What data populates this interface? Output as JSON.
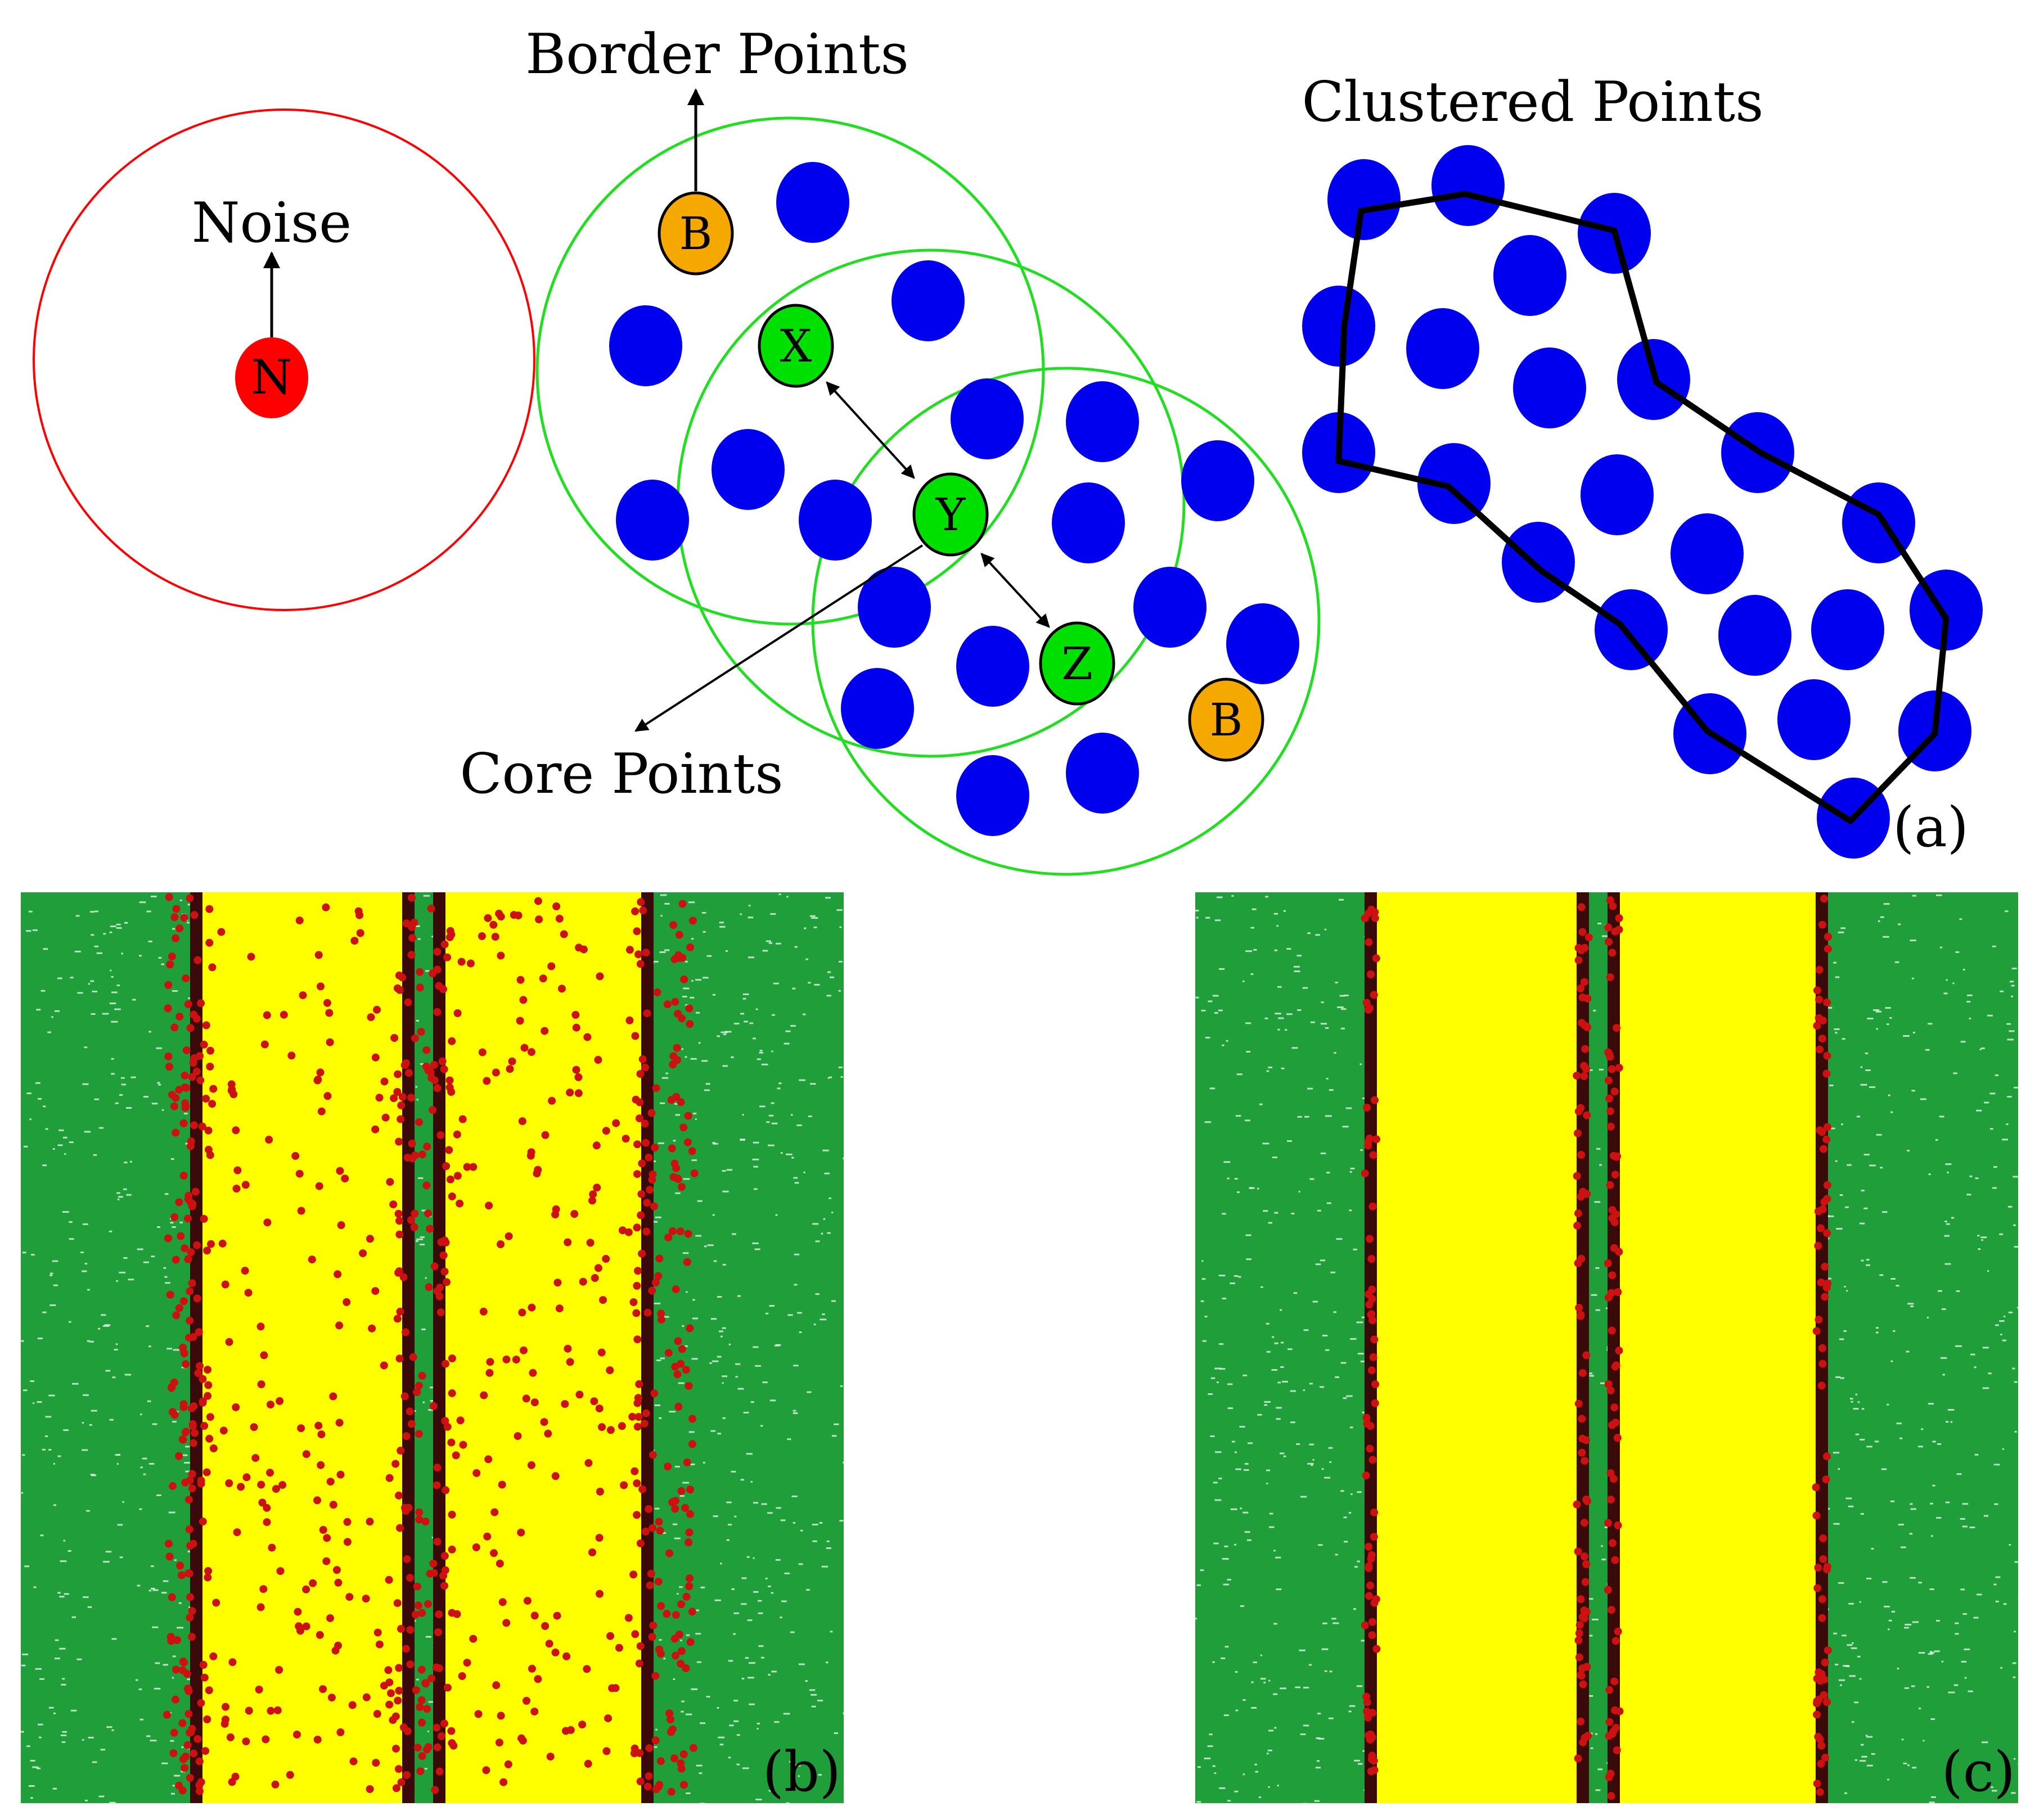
{
  "panel_a": {
    "noise_label": "Noise",
    "noise_point_letter": "N",
    "border_points_label": "Border Points",
    "core_points_label": "Core Points",
    "clustered_points_label": "Clustered Points",
    "border_point_letter": "B",
    "core_point_letters": [
      "X",
      "Y",
      "Z"
    ],
    "panel_label": "(a)"
  },
  "panel_b": {
    "panel_label": "(b)"
  },
  "panel_c": {
    "panel_label": "(c)"
  },
  "colors": {
    "noise": "#ff0000",
    "border": "#f5a800",
    "core": "#00e000",
    "cluster_points": "#0000ee",
    "noise_circle": "#ff0000",
    "eps_circle": "#22dd22",
    "road": "#ffff00",
    "vegetation": "#1f9e3a",
    "curb": "#3a0a0a",
    "noise_dots": "#cc1111"
  }
}
